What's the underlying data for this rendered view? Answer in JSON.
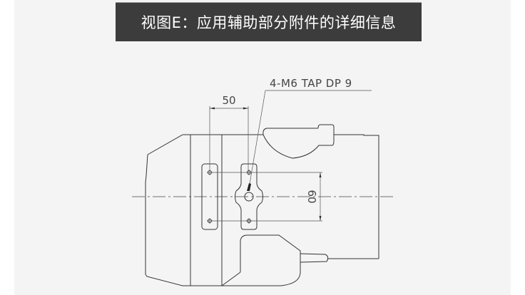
{
  "title": "视图E：应用辅助部分附件的详细信息",
  "drawing": {
    "callout": "4-M6 TAP DP 9",
    "dim_horizontal": "50",
    "dim_vertical": "60"
  }
}
